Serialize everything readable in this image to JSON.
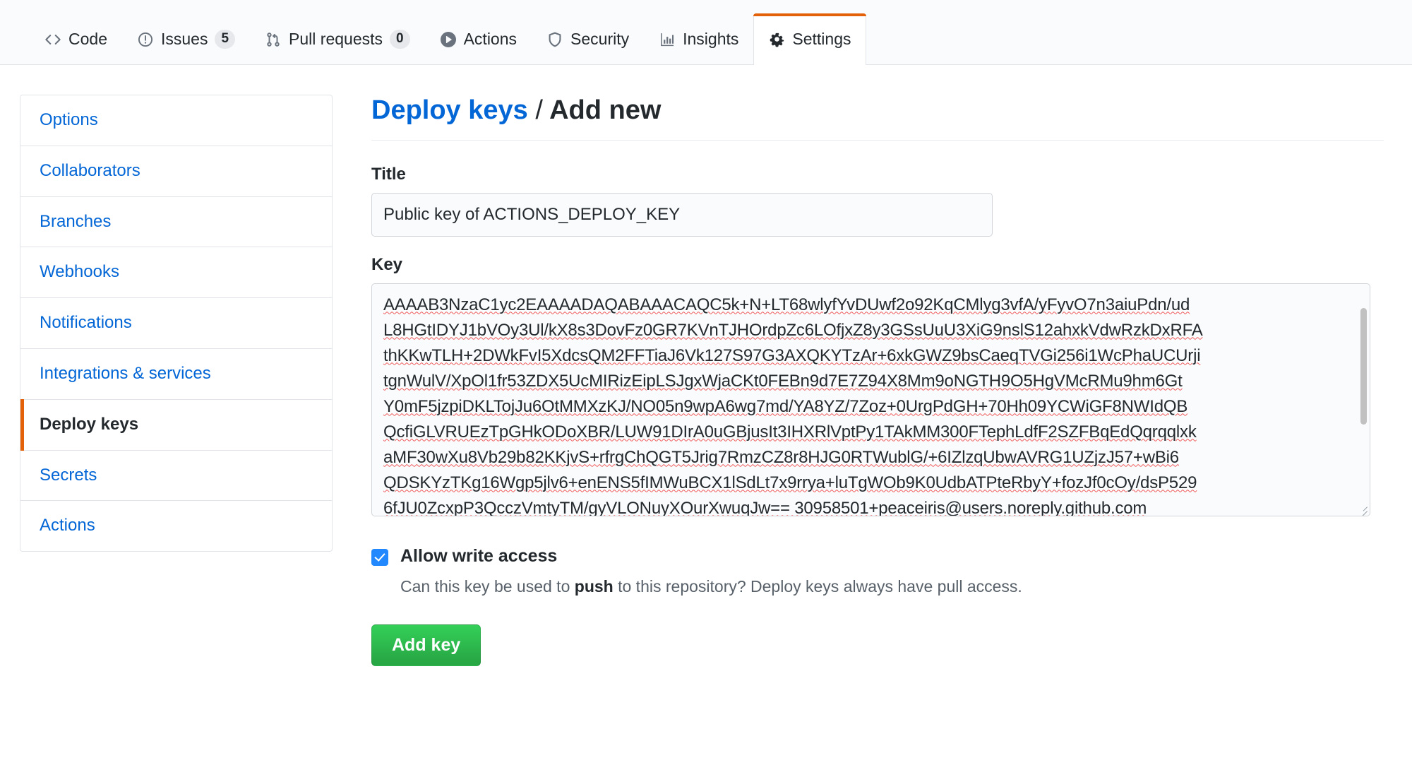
{
  "repo_nav": {
    "items": [
      {
        "label": "Code",
        "icon": "code-icon",
        "count": null,
        "active": false
      },
      {
        "label": "Issues",
        "icon": "issue-opened-icon",
        "count": "5",
        "active": false
      },
      {
        "label": "Pull requests",
        "icon": "git-pull-request-icon",
        "count": "0",
        "active": false
      },
      {
        "label": "Actions",
        "icon": "play-icon",
        "count": null,
        "active": false
      },
      {
        "label": "Security",
        "icon": "shield-icon",
        "count": null,
        "active": false
      },
      {
        "label": "Insights",
        "icon": "graph-icon",
        "count": null,
        "active": false
      },
      {
        "label": "Settings",
        "icon": "gear-icon",
        "count": null,
        "active": true
      }
    ]
  },
  "sidebar": {
    "items": [
      {
        "label": "Options",
        "selected": false
      },
      {
        "label": "Collaborators",
        "selected": false
      },
      {
        "label": "Branches",
        "selected": false
      },
      {
        "label": "Webhooks",
        "selected": false
      },
      {
        "label": "Notifications",
        "selected": false
      },
      {
        "label": "Integrations & services",
        "selected": false
      },
      {
        "label": "Deploy keys",
        "selected": true
      },
      {
        "label": "Secrets",
        "selected": false
      },
      {
        "label": "Actions",
        "selected": false
      }
    ]
  },
  "main": {
    "heading": {
      "link_text": "Deploy keys",
      "separator": "/",
      "current": "Add new"
    },
    "title_field": {
      "label": "Title",
      "value": "Public key of ACTIONS_DEPLOY_KEY",
      "placeholder": ""
    },
    "key_field": {
      "label": "Key",
      "placeholder": "",
      "lines": [
        "AAAAB3NzaC1yc2EAAAADAQABAAACAQC5k+N+LT68wlyfYvDUwf2o92KqCMlyg3vfA/yFyvO7n3aiuPdn/ud",
        "L8HGtIDYJ1bVOy3Ul/kX8s3DovFz0GR7KVnTJHOrdpZc6LOfjxZ8y3GSsUuU3XiG9nslS12ahxkVdwRzkDxRFA",
        "thKKwTLH+2DWkFvI5XdcsQM2FFTiaJ6Vk127S97G3AXQKYTzAr+6xkGWZ9bsCaeqTVGi256i1WcPhaUCUrji",
        "tgnWulV/XpOl1fr53ZDX5UcMIRizEipLSJgxWjaCKt0FEBn9d7E7Z94X8Mm9oNGTH9O5HgVMcRMu9hm6Gt",
        "Y0mF5jzpiDKLTojJu6OtMMXzKJ/NO05n9wpA6wg7md/YA8YZ/7Zoz+0UrgPdGH+70Hh09YCWiGF8NWIdQB",
        "QcfiGLVRUEzTpGHkODoXBR/LUW91DIrA0uGBjusIt3IHXRlVptPy1TAkMM300FTephLdfF2SZFBqEdQqrqqlxk",
        "aMF30wXu8Vb29b82KKjvS+rfrgChQGT5Jrig7RmzCZ8r8HJG0RTWublG/+6IZlzqUbwAVRG1UZjzJ57+wBi6",
        "QDSKYzTKg16Wgp5jlv6+enENS5fIMWuBCX1lSdLt7x9rrya+luTgWOb9K0UdbATPteRbyY+fozJf0cOy/dsP529",
        "6fJU0ZcxpP3QcczVmtyTM/gyVLONuyXOurXwuqJw== 30958501+peaceiris@users.noreply.github.com"
      ]
    },
    "allow_write": {
      "checked": true,
      "label": "Allow write access",
      "note_before": "Can this key be used to ",
      "note_bold": "push",
      "note_after": " to this repository? Deploy keys always have pull access."
    },
    "submit_label": "Add key"
  },
  "colors": {
    "accent_orange": "#e36209",
    "link_blue": "#0366d6",
    "button_green": "#28a745",
    "checkbox_blue": "#2188ff",
    "border_gray": "#e1e4e8",
    "spellcheck_red": "#f05c5c"
  }
}
